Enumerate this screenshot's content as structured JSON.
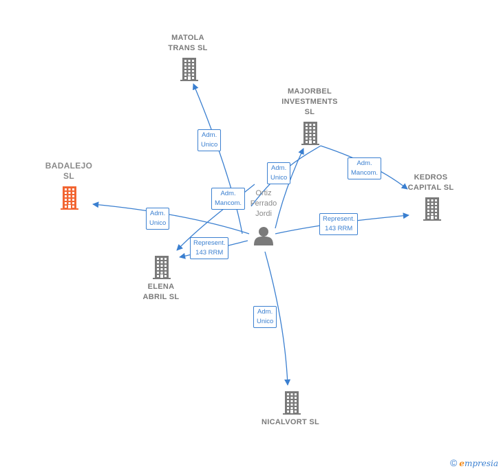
{
  "colors": {
    "edge": "#3a7fd0",
    "building": "#7a7a7a",
    "building_focus": "#f26532",
    "person": "#7a7a7a"
  },
  "person": {
    "name": "Ortiz\nFerrado\nJordi",
    "icon": "person-icon"
  },
  "companies": [
    {
      "id": "matola",
      "label": "MATOLA\nTRANS  SL",
      "icon": "building-icon"
    },
    {
      "id": "majorbel",
      "label": "MAJORBEL\nINVESTMENTS\nSL",
      "icon": "building-icon"
    },
    {
      "id": "badalejo",
      "label": "BADALEJO\nSL",
      "icon": "building-icon",
      "highlight": true
    },
    {
      "id": "kedros",
      "label": "KEDROS\nCAPITAL  SL",
      "icon": "building-icon"
    },
    {
      "id": "elena",
      "label": "ELENA\nABRIL  SL",
      "icon": "building-icon"
    },
    {
      "id": "nicalvort",
      "label": "NICALVORT  SL",
      "icon": "building-icon"
    }
  ],
  "edges": [
    {
      "to": "matola",
      "label": "Adm.\nUnico"
    },
    {
      "to": "majorbel",
      "label": "Adm.\nUnico"
    },
    {
      "to": "elena",
      "label": "Adm.\nMancom."
    },
    {
      "to": "kedros",
      "label": "Adm.\nMancom."
    },
    {
      "to": "badalejo",
      "label": "Adm.\nUnico"
    },
    {
      "to": "elena",
      "label": "Represent.\n143 RRM"
    },
    {
      "to": "kedros",
      "label": "Represent.\n143 RRM"
    },
    {
      "to": "nicalvort",
      "label": "Adm.\nUnico"
    }
  ],
  "brand": {
    "copyright": "©",
    "e": "e",
    "rest": "mpresia"
  }
}
